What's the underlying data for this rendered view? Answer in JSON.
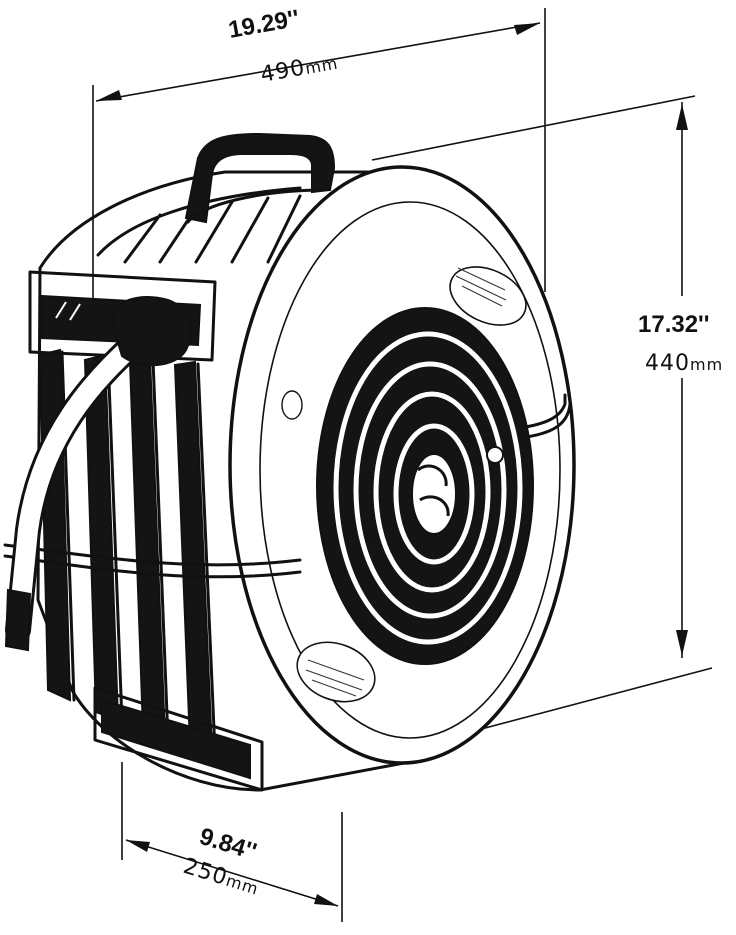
{
  "dimensions": {
    "width": {
      "inches": "19.29''",
      "mm_value": "490",
      "mm_unit": "mm"
    },
    "height": {
      "inches": "17.32''",
      "mm_value": "440",
      "mm_unit": "mm"
    },
    "depth": {
      "inches": "9.84''",
      "mm_value": "250",
      "mm_unit": "mm"
    }
  },
  "product": {
    "subject": "hose-reel",
    "icons": [
      "hose-reel-housing-icon",
      "carry-handle-icon",
      "spring-cover-icon",
      "hose-icon",
      "mounting-bracket-icon"
    ]
  }
}
